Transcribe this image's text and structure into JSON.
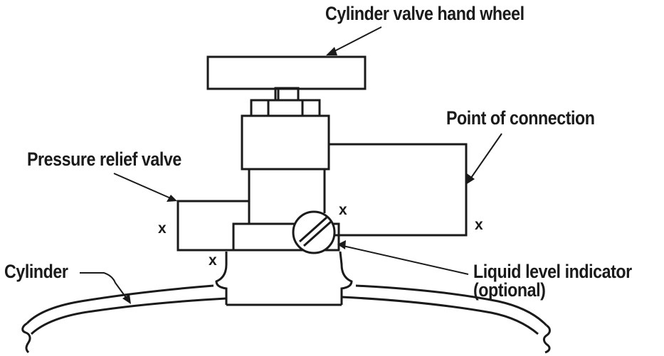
{
  "labels": {
    "hand_wheel": "Cylinder valve hand wheel",
    "point_of_connection": "Point of connection",
    "pressure_relief_valve": "Pressure relief valve",
    "cylinder": "Cylinder",
    "liquid_level_line1": "Liquid level indicator",
    "liquid_level_line2": "(optional)"
  },
  "marks": {
    "x_left": "x",
    "x_bottom": "x",
    "x_indicator": "x",
    "x_connection": "x"
  },
  "colors": {
    "stroke": "#1a1a1a",
    "background": "#ffffff"
  }
}
